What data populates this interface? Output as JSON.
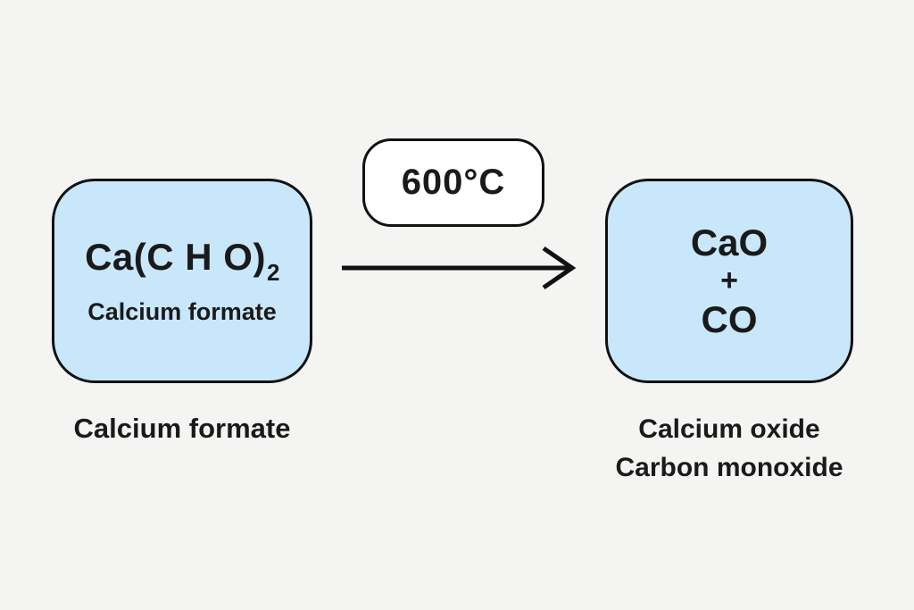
{
  "colors": {
    "background": "#f4f4f3",
    "box_fill": "#c9e7fb",
    "box_border": "#111111",
    "badge_fill": "#ffffff",
    "text": "#1a1a1a"
  },
  "reactant": {
    "formula_main": "Ca(C H O)",
    "formula_subscript": "2",
    "inner_label": "Calcium formate",
    "caption": "Calcium formate"
  },
  "condition": {
    "temperature": "600°C"
  },
  "products": {
    "formula_1": "CaO",
    "plus": "+",
    "formula_2": "CO",
    "caption_line1": "Calcium oxide",
    "caption_line2": "Carbon monoxide"
  }
}
